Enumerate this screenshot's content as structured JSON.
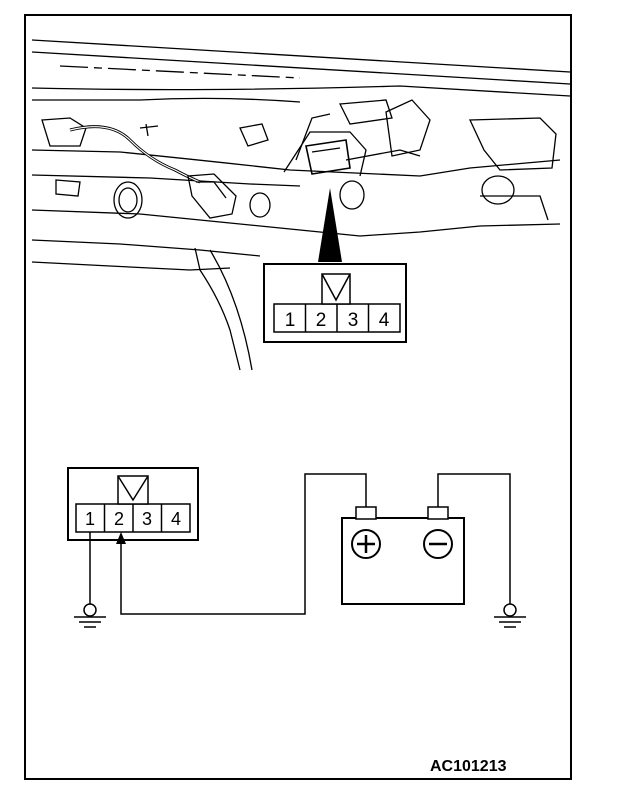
{
  "figure_id": "AC101213",
  "connector_pins": [
    "1",
    "2",
    "3",
    "4"
  ],
  "battery_terminals": {
    "positive": "+",
    "negative": "−"
  }
}
